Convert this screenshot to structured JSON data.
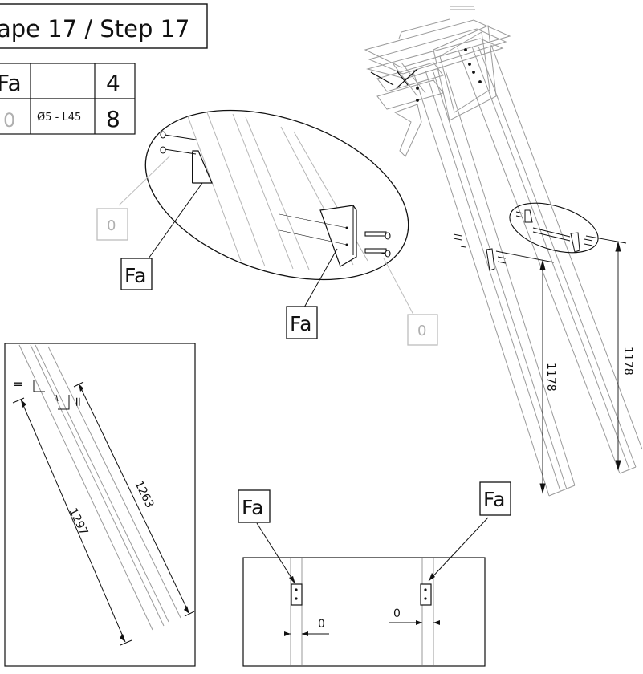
{
  "title": "ape 17 / Step 17",
  "parts_table": {
    "rows": [
      {
        "code": "Fa",
        "desc": "",
        "qty": "4"
      },
      {
        "code": "0",
        "desc": "Ø5 - L45",
        "qty": "8"
      }
    ]
  },
  "callouts": {
    "fa": "Fa",
    "screw": "0"
  },
  "dimensions": {
    "right_left": "1178",
    "right_right": "1178",
    "inset_long": "1297",
    "inset_short": "1263",
    "bottom_left_gap": "0",
    "bottom_right_gap": "0",
    "equal_sign": "="
  },
  "colors": {
    "line": "#111111",
    "faint": "#b5b5b5",
    "grey_label": "#aaaaaa"
  }
}
